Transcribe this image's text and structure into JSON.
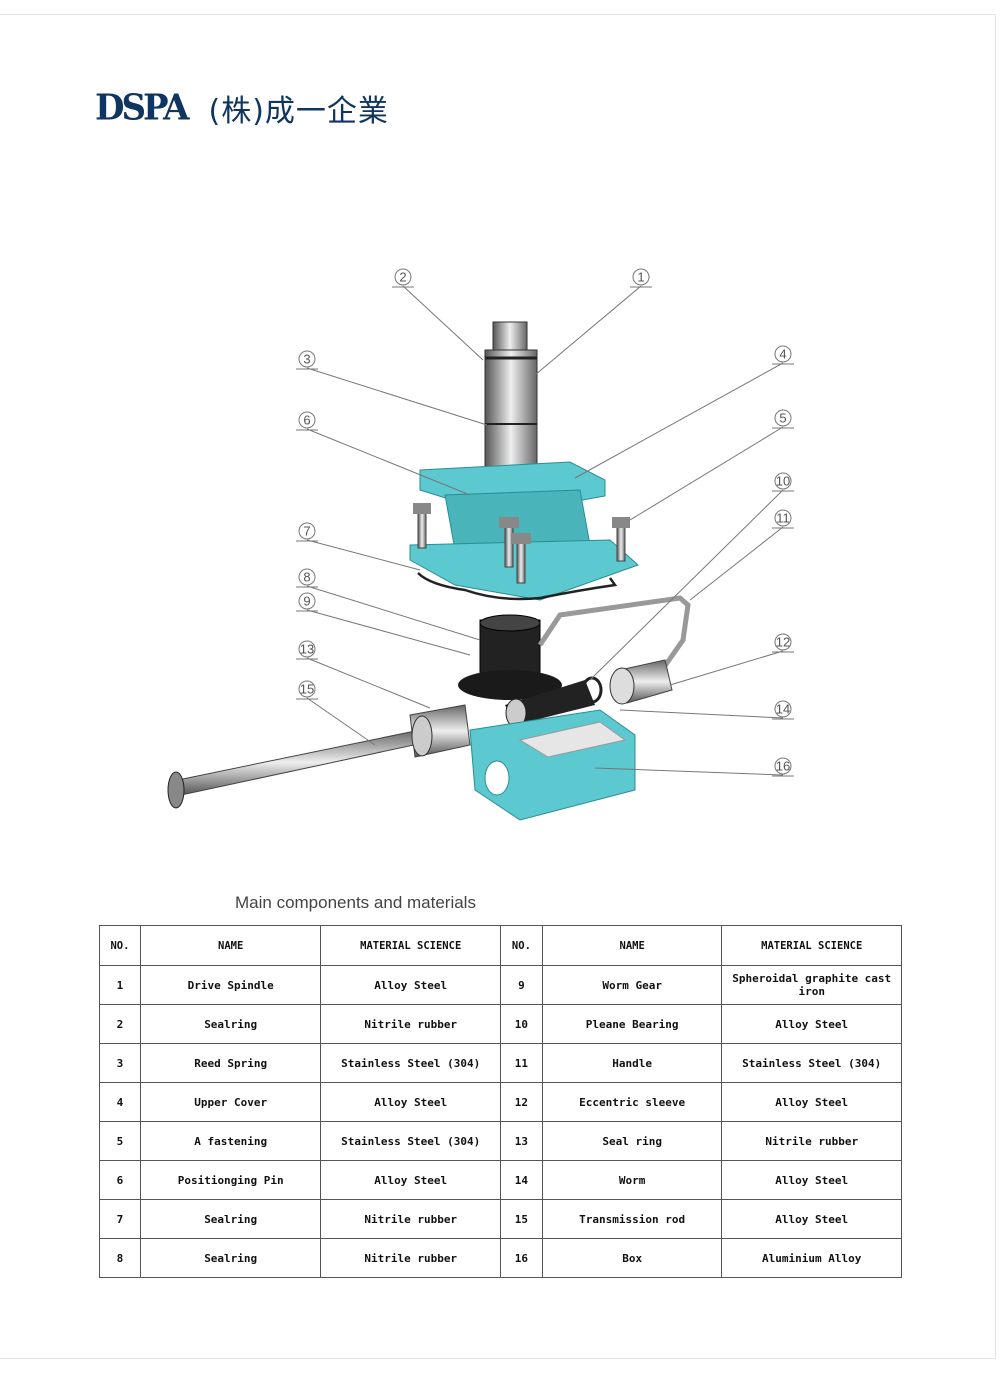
{
  "header": {
    "logo_mark": "DSPA",
    "company_name": "(株)成一企業"
  },
  "diagram": {
    "callouts": [
      "1",
      "2",
      "3",
      "4",
      "5",
      "6",
      "7",
      "8",
      "9",
      "10",
      "11",
      "12",
      "13",
      "14",
      "15",
      "16"
    ]
  },
  "section_title": "Main components and materials",
  "table": {
    "headers": [
      "NO.",
      "NAME",
      "MATERIAL SCIENCE",
      "NO.",
      "NAME",
      "MATERIAL SCIENCE"
    ],
    "rows": [
      {
        "no_a": "1",
        "name_a": "Drive Spindle",
        "mat_a": "Alloy Steel",
        "no_b": "9",
        "name_b": "Worm Gear",
        "mat_b": "Spheroidal graphite cast iron"
      },
      {
        "no_a": "2",
        "name_a": "Sealring",
        "mat_a": "Nitrile rubber",
        "no_b": "10",
        "name_b": "Pleane Bearing",
        "mat_b": "Alloy Steel"
      },
      {
        "no_a": "3",
        "name_a": "Reed Spring",
        "mat_a": "Stainless Steel (304)",
        "no_b": "11",
        "name_b": "Handle",
        "mat_b": "Stainless Steel (304)"
      },
      {
        "no_a": "4",
        "name_a": "Upper Cover",
        "mat_a": "Alloy Steel",
        "no_b": "12",
        "name_b": "Eccentric sleeve",
        "mat_b": "Alloy Steel"
      },
      {
        "no_a": "5",
        "name_a": "A fastening",
        "mat_a": "Stainless Steel (304)",
        "no_b": "13",
        "name_b": "Seal ring",
        "mat_b": "Nitrile rubber"
      },
      {
        "no_a": "6",
        "name_a": "Positionging Pin",
        "mat_a": "Alloy Steel",
        "no_b": "14",
        "name_b": "Worm",
        "mat_b": "Alloy Steel"
      },
      {
        "no_a": "7",
        "name_a": "Sealring",
        "mat_a": "Nitrile rubber",
        "no_b": "15",
        "name_b": "Transmission rod",
        "mat_b": "Alloy Steel"
      },
      {
        "no_a": "8",
        "name_a": "Sealring",
        "mat_a": "Nitrile rubber",
        "no_b": "16",
        "name_b": "Box",
        "mat_b": "Aluminium Alloy"
      }
    ]
  },
  "colors": {
    "brand": "#0f3560",
    "part_teal": "#5cc8cf",
    "metal": "#b0b0b0"
  }
}
